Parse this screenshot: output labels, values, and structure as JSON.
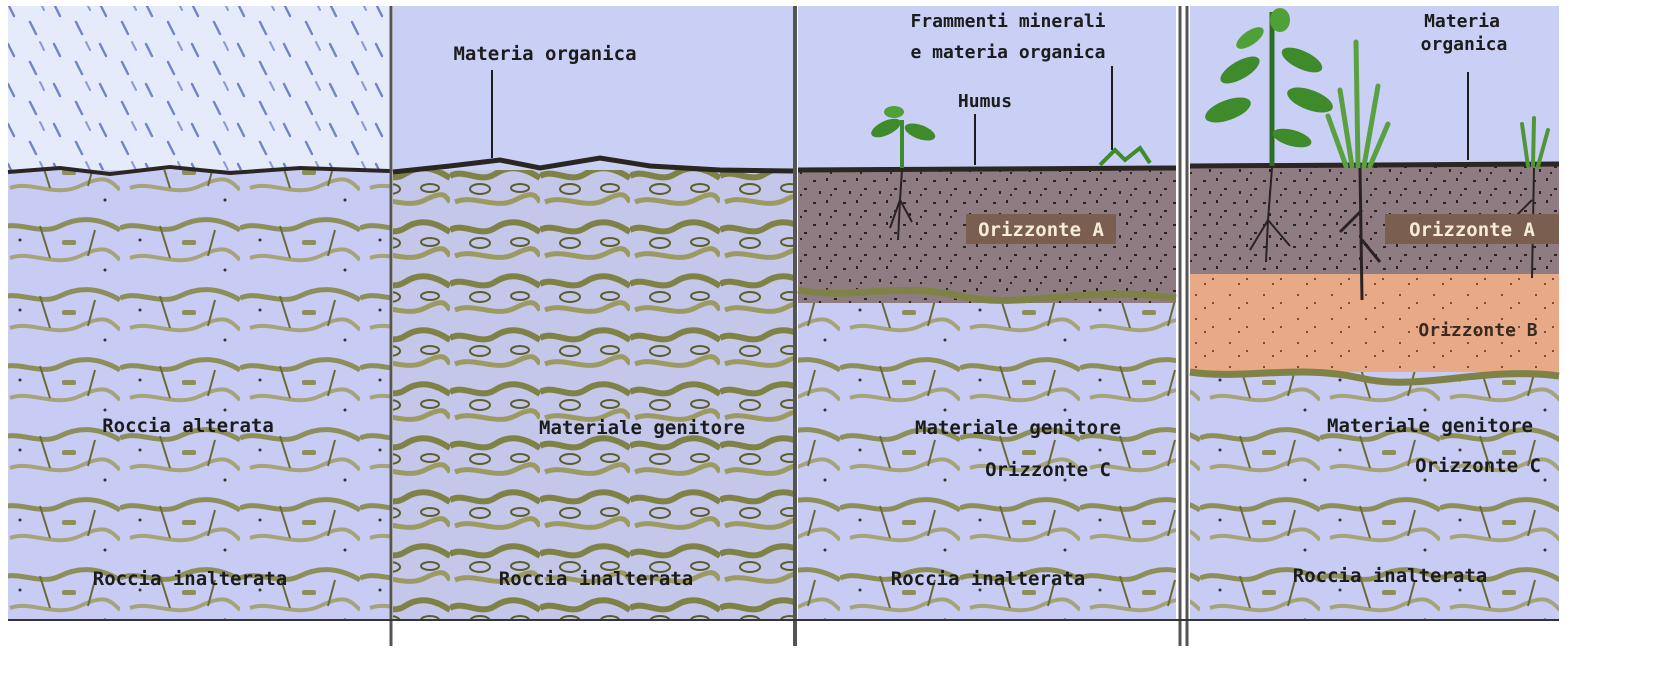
{
  "panels": [
    {
      "id": "panel-1",
      "labels": {
        "altered_rock": "Roccia alterata",
        "bedrock": "Roccia inalterata"
      }
    },
    {
      "id": "panel-2",
      "labels": {
        "organic_matter": "Materia organica",
        "parent_material": "Materiale genitore",
        "bedrock": "Roccia inalterata"
      }
    },
    {
      "id": "panel-3",
      "labels": {
        "mineral_fragments_line1": "Frammenti minerali",
        "mineral_fragments_line2": "e materia organica",
        "humus": "Humus",
        "horizon_a": "Orizzonte A",
        "parent_material": "Materiale genitore",
        "horizon_c": "Orizzonte C",
        "bedrock": "Roccia inalterata"
      }
    },
    {
      "id": "panel-4",
      "labels": {
        "organic_matter_line1": "Materia",
        "organic_matter_line2": "organica",
        "horizon_a": "Orizzonte A",
        "horizon_b": "Orizzonte B",
        "parent_material": "Materiale genitore",
        "horizon_c": "Orizzonte C",
        "bedrock": "Roccia inalterata"
      }
    }
  ],
  "colors": {
    "sky": "#c9cff5",
    "rain_sky": "#e6ebfb",
    "rock": "#c8cbf3",
    "crack": "#8d8f5a",
    "crack_dark": "#5b5b2c",
    "horizon_a": "#8f7c82",
    "horizon_b": "#e8a987",
    "ground_line": "#2a2622",
    "plant": "#3f8a2a",
    "divider": "#555555"
  }
}
